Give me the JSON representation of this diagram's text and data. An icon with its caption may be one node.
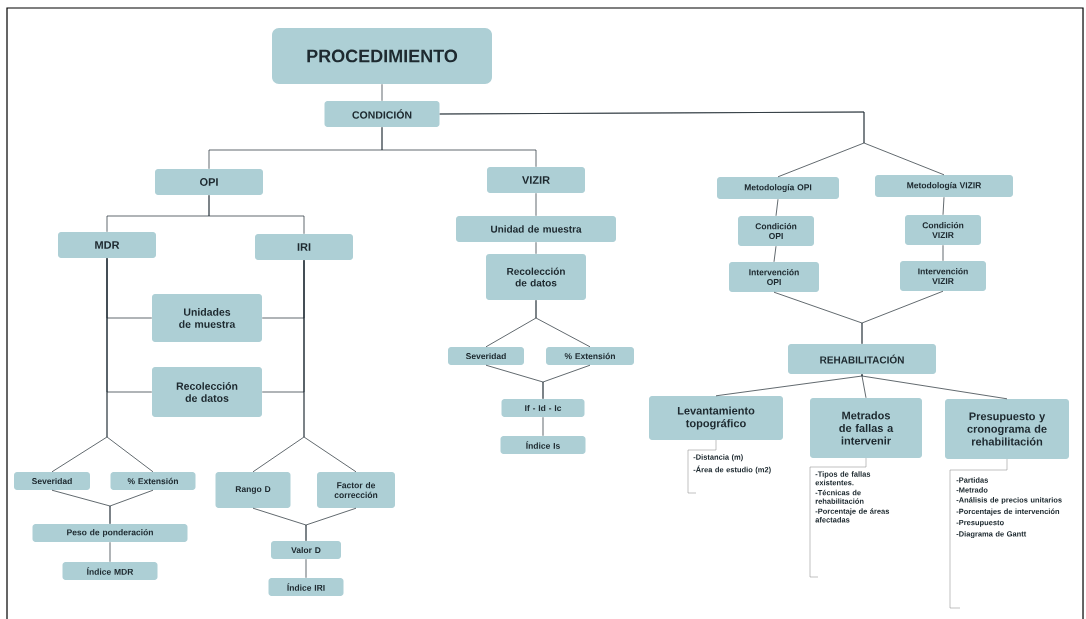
{
  "diagram": {
    "nodes": [
      {
        "text": [
          "PROCEDIMIENTO"
        ]
      },
      {
        "text": [
          "CONDICIÓN"
        ]
      },
      {
        "text": [
          "OPI"
        ]
      },
      {
        "text": [
          "VIZIR"
        ]
      },
      {
        "text": [
          "MDR"
        ]
      },
      {
        "text": [
          "IRI"
        ]
      },
      {
        "text": [
          "Unidades de muestra"
        ]
      },
      {
        "text": [
          "Recolección de datos"
        ]
      },
      {
        "text": [
          "Severidad"
        ]
      },
      {
        "text": [
          "% Extensión"
        ]
      },
      {
        "text": [
          "Peso de ponderación"
        ]
      },
      {
        "text": [
          "Índice MDR"
        ]
      },
      {
        "text": [
          "Rango D"
        ]
      },
      {
        "text": [
          "Factor de corrección"
        ]
      },
      {
        "text": [
          "Valor D"
        ]
      },
      {
        "text": [
          "Índice IRI"
        ]
      },
      {
        "text": [
          "Unidad de muestra"
        ]
      },
      {
        "text": [
          "Recolección de datos"
        ]
      },
      {
        "text": [
          "Severidad"
        ]
      },
      {
        "text": [
          "% Extensión"
        ]
      },
      {
        "text": [
          "If - Id - Ic"
        ]
      },
      {
        "text": [
          "Índice Is"
        ]
      },
      {
        "text": [
          "Metodología OPI"
        ]
      },
      {
        "text": [
          "Metodología VIZIR"
        ]
      },
      {
        "text": [
          "Condición OPI"
        ]
      },
      {
        "text": [
          "Condición VIZIR"
        ]
      },
      {
        "text": [
          "Intervención OPI"
        ]
      },
      {
        "text": [
          "Intervención VIZIR"
        ]
      },
      {
        "text": [
          "REHABILITACIÓN"
        ]
      },
      {
        "text": [
          "Levantamiento topográfico"
        ],
        "beside": [
          "-Distancia (m)",
          "-Área de estudio (m2)"
        ]
      },
      {
        "text": [
          "Metrados de fallas a intervenir"
        ],
        "beside": [
          "-Tipos de fallas existentes.",
          "-Técnicas de rehabilitación",
          "-Porcentaje de áreas afectadas"
        ]
      },
      {
        "text": [
          "Presupuesto y cronograma de rehabilitación"
        ],
        "beside": [
          "-Partidas",
          "-Metrado",
          "-Análisis de precios unitarios",
          "-Porcentajes de intervención",
          "-Presupuesto",
          "-Diagrama de Gantt"
        ]
      }
    ],
    "edges": [
      {
        "from": 0,
        "to": 1,
        "arrow": "none"
      },
      {
        "from": 1,
        "to": 2,
        "arrow": "none"
      },
      {
        "from": 1,
        "to": 3,
        "arrow": "none"
      },
      {
        "from": 1,
        "to": 22,
        "arrow": "none"
      },
      {
        "from": 1,
        "to": 23,
        "arrow": "none"
      },
      {
        "from": 2,
        "to": 4,
        "arrow": "none"
      },
      {
        "from": 2,
        "to": 5,
        "arrow": "none"
      },
      {
        "from": 4,
        "to": 6,
        "arrow": "none"
      },
      {
        "from": 5,
        "to": 6,
        "arrow": "none"
      },
      {
        "from": 4,
        "to": 7,
        "arrow": "none"
      },
      {
        "from": 5,
        "to": 7,
        "arrow": "none"
      },
      {
        "from": 4,
        "to": 8,
        "arrow": "none"
      },
      {
        "from": 4,
        "to": 9,
        "arrow": "none"
      },
      {
        "from": 8,
        "to": 10,
        "arrow": "none"
      },
      {
        "from": 9,
        "to": 10,
        "arrow": "none"
      },
      {
        "from": 10,
        "to": 11,
        "arrow": "none"
      },
      {
        "from": 5,
        "to": 12,
        "arrow": "none"
      },
      {
        "from": 5,
        "to": 13,
        "arrow": "none"
      },
      {
        "from": 12,
        "to": 14,
        "arrow": "none"
      },
      {
        "from": 13,
        "to": 14,
        "arrow": "none"
      },
      {
        "from": 14,
        "to": 15,
        "arrow": "none"
      },
      {
        "from": 3,
        "to": 16,
        "arrow": "none"
      },
      {
        "from": 16,
        "to": 17,
        "arrow": "none"
      },
      {
        "from": 17,
        "to": 18,
        "arrow": "none"
      },
      {
        "from": 17,
        "to": 19,
        "arrow": "none"
      },
      {
        "from": 18,
        "to": 20,
        "arrow": "none"
      },
      {
        "from": 19,
        "to": 20,
        "arrow": "none"
      },
      {
        "from": 20,
        "to": 21,
        "arrow": "none"
      },
      {
        "from": 22,
        "to": 24,
        "arrow": "none"
      },
      {
        "from": 23,
        "to": 25,
        "arrow": "none"
      },
      {
        "from": 24,
        "to": 26,
        "arrow": "none"
      },
      {
        "from": 25,
        "to": 27,
        "arrow": "none"
      },
      {
        "from": 26,
        "to": 28,
        "arrow": "none"
      },
      {
        "from": 27,
        "to": 28,
        "arrow": "none"
      },
      {
        "from": 28,
        "to": 29,
        "arrow": "none"
      },
      {
        "from": 28,
        "to": 30,
        "arrow": "none"
      },
      {
        "from": 28,
        "to": 31,
        "arrow": "none"
      }
    ]
  }
}
